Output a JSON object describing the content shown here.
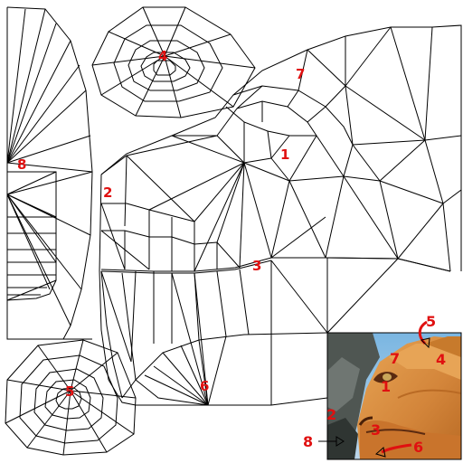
{
  "colors": {
    "wire": "#000000",
    "label": "#e01010",
    "background": "#ffffff",
    "fur": "#d98c3c",
    "fur_dark": "#9a5218",
    "sky": "#6aa7d6",
    "rock": "#4f5652"
  },
  "uv_labels": {
    "region_1": "1",
    "region_2": "2",
    "region_3": "3",
    "region_4": "4",
    "region_5": "5",
    "region_6": "6",
    "region_7": "7",
    "region_8": "8"
  },
  "inset": {
    "label_1": "1",
    "label_2": "2",
    "label_3": "3",
    "label_4": "4",
    "label_5": "5",
    "label_6": "6",
    "label_7": "7",
    "label_8": "8",
    "picture": "render of textured lion head"
  }
}
